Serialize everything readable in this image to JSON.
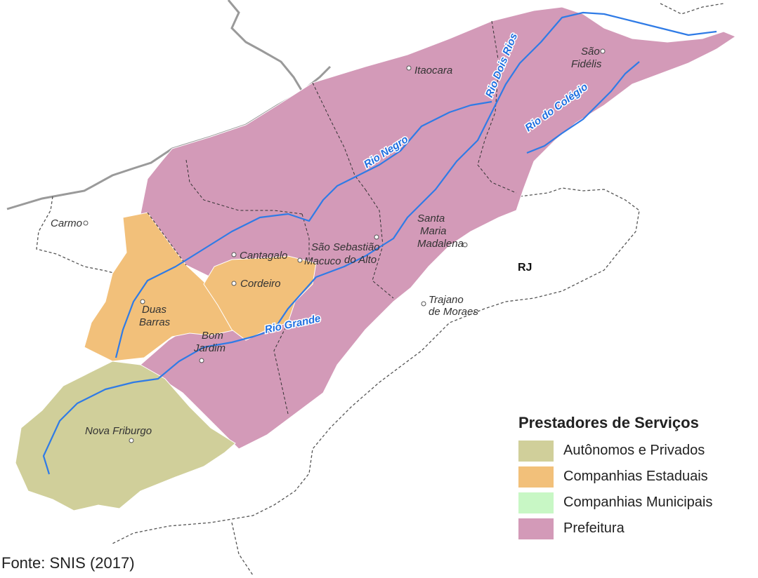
{
  "map": {
    "state_label": "RJ",
    "colors": {
      "autonomos": "#d0cf9a",
      "estaduais": "#f2c07a",
      "municipais": "#c8f7c5",
      "prefeitura": "#d39ab8",
      "river": "#2f7be6",
      "outline": "#ffffff"
    },
    "cities": [
      {
        "id": "itaocara",
        "lines": [
          "Itaocara"
        ]
      },
      {
        "id": "sao-fidelis",
        "lines": [
          "São",
          "Fidélis"
        ]
      },
      {
        "id": "carmo",
        "lines": [
          "Carmo"
        ]
      },
      {
        "id": "cantagalo",
        "lines": [
          "Cantagalo"
        ]
      },
      {
        "id": "sao-sebastiao",
        "lines": [
          "São Sebastião",
          "do Alto"
        ]
      },
      {
        "id": "macuco",
        "lines": [
          "Macuco"
        ]
      },
      {
        "id": "santa-maria",
        "lines": [
          "Santa",
          "Maria",
          "Madalena"
        ]
      },
      {
        "id": "cordeiro",
        "lines": [
          "Cordeiro"
        ]
      },
      {
        "id": "trajano",
        "lines": [
          "Trajano",
          "de Moraes"
        ]
      },
      {
        "id": "duas-barras",
        "lines": [
          "Duas",
          "Barras"
        ]
      },
      {
        "id": "bom-jardim",
        "lines": [
          "Bom",
          "Jardim"
        ]
      },
      {
        "id": "nova-friburgo",
        "lines": [
          "Nova Friburgo"
        ]
      }
    ],
    "rivers": [
      {
        "id": "rio-dois-rios",
        "label": "Rio Dois Rios"
      },
      {
        "id": "rio-negro",
        "label": "Rio Negro"
      },
      {
        "id": "rio-do-colegio",
        "label": "Rio do Colégio"
      },
      {
        "id": "rio-grande",
        "label": "Rio Grande"
      }
    ]
  },
  "legend": {
    "title": "Prestadores de Serviços",
    "items": [
      {
        "label": "Autônomos e Privados",
        "color": "#d0cf9a"
      },
      {
        "label": "Companhias Estaduais",
        "color": "#f2c07a"
      },
      {
        "label": "Companhias Municipais",
        "color": "#c8f7c5"
      },
      {
        "label": "Prefeitura",
        "color": "#d39ab8"
      }
    ]
  },
  "source": "Fonte: SNIS (2017)"
}
